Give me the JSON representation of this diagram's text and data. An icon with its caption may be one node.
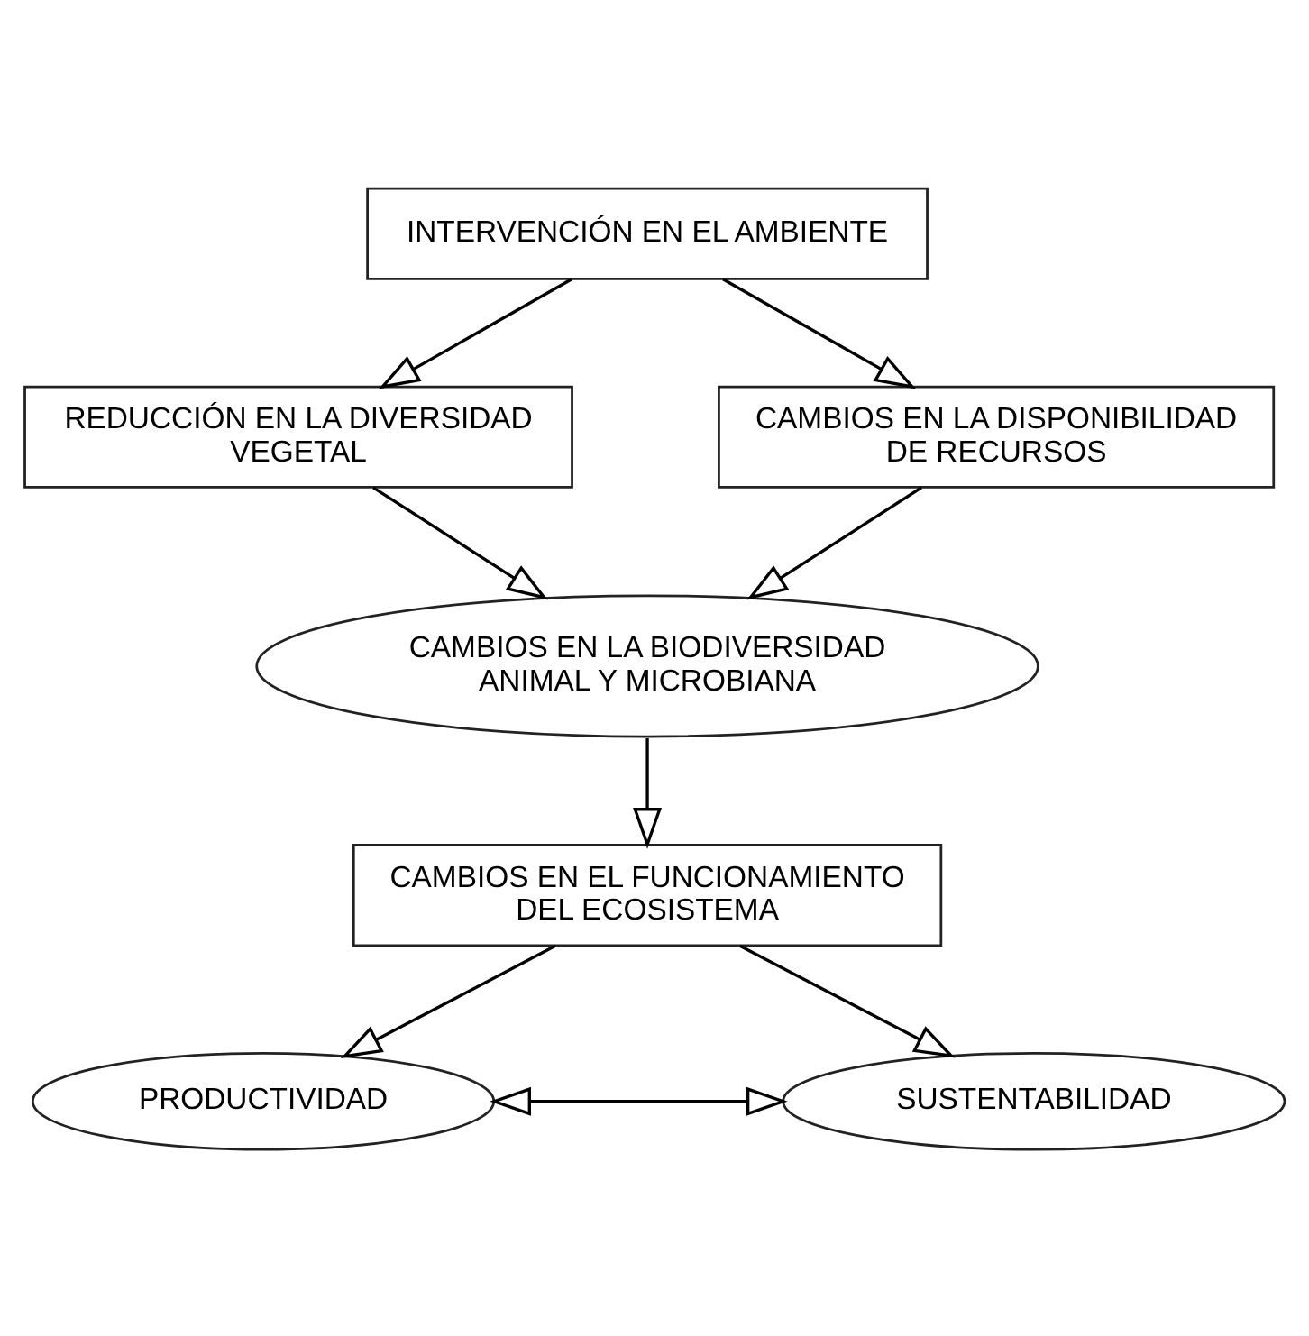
{
  "diagram": {
    "nodes": [
      {
        "text": [
          "INTERVENCIÓN EN EL AMBIENTE"
        ]
      },
      {
        "text": [
          "REDUCCIÓN EN LA DIVERSIDAD VEGETAL"
        ]
      },
      {
        "text": [
          "CAMBIOS EN LA DISPONIBILIDAD DE RECURSOS"
        ]
      },
      {
        "text": [
          "CAMBIOS EN LA BIODIVERSIDAD ANIMAL Y MICROBIANA"
        ]
      },
      {
        "text": [
          "CAMBIOS EN EL FUNCIONAMIENTO DEL ECOSISTEMA"
        ]
      },
      {
        "text": [
          "PRODUCTIVIDAD"
        ]
      },
      {
        "text": [
          "SUSTENTABILIDAD"
        ]
      }
    ],
    "edges": [
      {
        "from": 0,
        "to": 1,
        "arrow": "to"
      },
      {
        "from": 0,
        "to": 2,
        "arrow": "to"
      },
      {
        "from": 1,
        "to": 3,
        "arrow": "to"
      },
      {
        "from": 2,
        "to": 3,
        "arrow": "to"
      },
      {
        "from": 3,
        "to": 4,
        "arrow": "to"
      },
      {
        "from": 4,
        "to": 5,
        "arrow": "to"
      },
      {
        "from": 4,
        "to": 6,
        "arrow": "to"
      },
      {
        "from": 5,
        "to": 6,
        "arrow": "both"
      }
    ]
  }
}
